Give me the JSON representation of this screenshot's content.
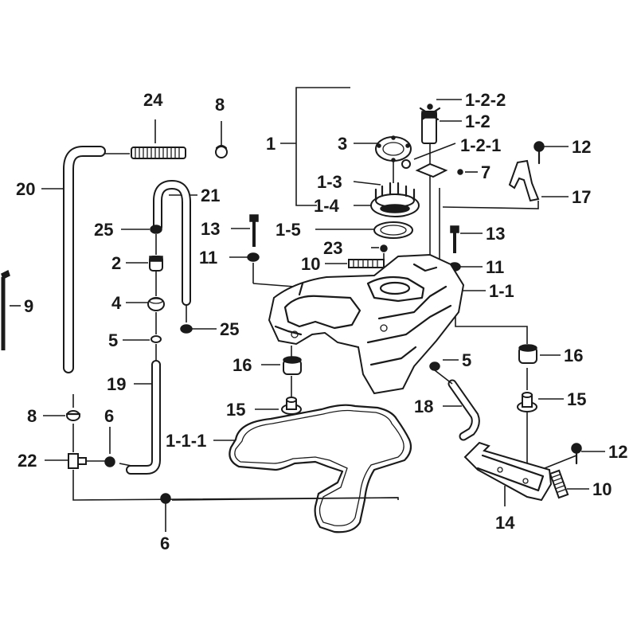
{
  "diagram": {
    "colors": {
      "ink": "#1a1a1a",
      "background": "#ffffff"
    },
    "labels": {
      "p24": "24",
      "p8a": "8",
      "p20": "20",
      "p21": "21",
      "p25a": "25",
      "p2": "2",
      "p4": "4",
      "p5a": "5",
      "p25b": "25",
      "p9": "9",
      "p19": "19",
      "p8b": "8",
      "p6a": "6",
      "p22": "22",
      "p6b": "6",
      "p1": "1",
      "p3": "3",
      "p1_3": "1-3",
      "p1_4": "1-4",
      "p13a": "13",
      "p1_5": "1-5",
      "p11a": "11",
      "p23": "23",
      "p10a": "10",
      "p1_2_2": "1-2-2",
      "p1_2": "1-2",
      "p1_2_1": "1-2-1",
      "p7": "7",
      "p12a": "12",
      "p17": "17",
      "p13b": "13",
      "p11b": "11",
      "p1_1": "1-1",
      "p16a": "16",
      "p5b": "5",
      "p16b": "16",
      "p15a": "15",
      "p15b": "15",
      "p18": "18",
      "p1_1_1": "1-1-1",
      "p12b": "12",
      "p10b": "10",
      "p14": "14"
    }
  }
}
